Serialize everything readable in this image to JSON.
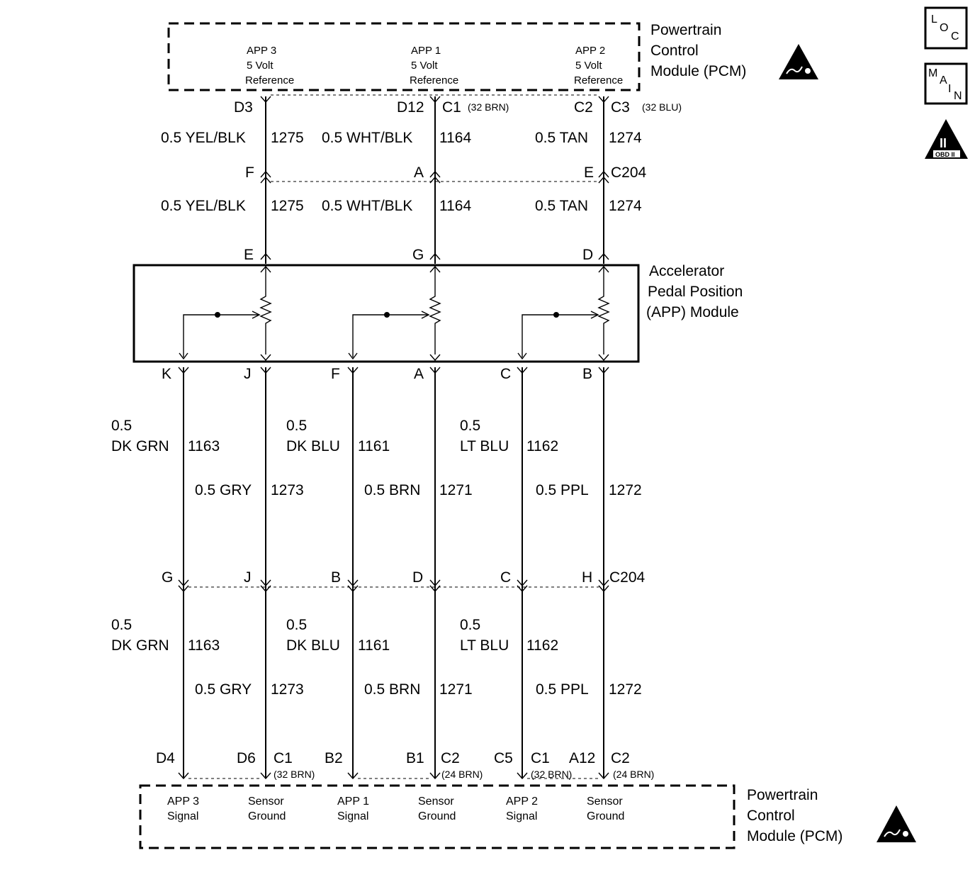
{
  "pcm_top": {
    "title_lines": [
      "Powertrain",
      "Control",
      "Module (PCM)"
    ],
    "terminals": [
      {
        "lines": [
          "APP 3",
          "5 Volt",
          "Reference"
        ]
      },
      {
        "lines": [
          "APP 1",
          "5 Volt",
          "Reference"
        ]
      },
      {
        "lines": [
          "APP 2",
          "5 Volt",
          "Reference"
        ]
      }
    ],
    "pins": [
      "D3",
      "D12",
      "C2"
    ],
    "connectors": [
      {
        "name": "C1",
        "desc": "(32 BRN)"
      },
      {
        "name": "C3",
        "desc": "(32 BLU)"
      }
    ]
  },
  "upper_wires": [
    {
      "spec": "0.5 YEL/BLK",
      "circuit": "1275"
    },
    {
      "spec": "0.5 WHT/BLK",
      "circuit": "1164"
    },
    {
      "spec": "0.5 TAN",
      "circuit": "1274"
    }
  ],
  "c204_top": {
    "pins": [
      "F",
      "A",
      "E"
    ],
    "name": "C204"
  },
  "app_module": {
    "title_lines": [
      "Accelerator",
      "Pedal Position",
      "(APP) Module"
    ],
    "top_pins": [
      "E",
      "G",
      "D"
    ],
    "bottom_pins": [
      "K",
      "J",
      "F",
      "A",
      "C",
      "B"
    ]
  },
  "signal_wires": [
    {
      "size": "0.5",
      "color": "DK GRN",
      "circuit": "1163"
    },
    {
      "size": "0.5",
      "color": "DK BLU",
      "circuit": "1161"
    },
    {
      "size": "0.5",
      "color": "LT BLU",
      "circuit": "1162"
    }
  ],
  "ground_wires": [
    {
      "spec": "0.5 GRY",
      "circuit": "1273"
    },
    {
      "spec": "0.5 BRN",
      "circuit": "1271"
    },
    {
      "spec": "0.5 PPL",
      "circuit": "1272"
    }
  ],
  "c204_bottom": {
    "pins": [
      "G",
      "J",
      "B",
      "D",
      "C",
      "H"
    ],
    "name": "C204"
  },
  "pcm_bottom": {
    "title_lines": [
      "Powertrain",
      "Control",
      "Module (PCM)"
    ],
    "pins": [
      "D4",
      "D6",
      "B2",
      "B1",
      "C5",
      "A12"
    ],
    "connectors": [
      {
        "name": "C1",
        "desc": "(32 BRN)"
      },
      {
        "name": "C2",
        "desc": "(24 BRN)"
      },
      {
        "name": "C1",
        "desc": "(32 BRN)"
      },
      {
        "name": "C2",
        "desc": "(24 BRN)"
      }
    ],
    "terminals": [
      {
        "lines": [
          "APP 3",
          "Signal"
        ]
      },
      {
        "lines": [
          "Sensor",
          "Ground"
        ]
      },
      {
        "lines": [
          "APP 1",
          "Signal"
        ]
      },
      {
        "lines": [
          "Sensor",
          "Ground"
        ]
      },
      {
        "lines": [
          "APP 2",
          "Signal"
        ]
      },
      {
        "lines": [
          "Sensor",
          "Ground"
        ]
      }
    ]
  },
  "side_icons": {
    "loc": [
      "L",
      "O",
      "C"
    ],
    "main": [
      "M",
      "A",
      "I",
      "N"
    ],
    "obd": {
      "numeral": "II",
      "label": "OBD II"
    }
  }
}
